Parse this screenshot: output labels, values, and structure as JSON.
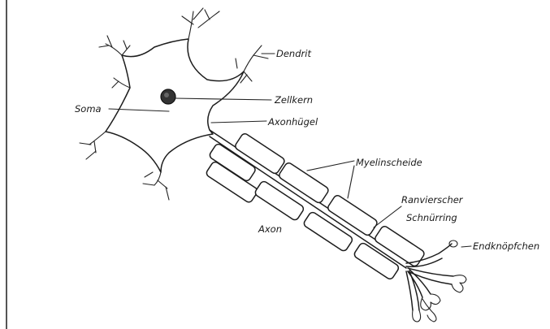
{
  "diagram": {
    "colors": {
      "ink": "#1d1d1d",
      "background": "#ffffff",
      "nucleus": "#333333"
    },
    "labels": {
      "dendrit": "Dendrit",
      "zellkern": "Zellkern",
      "soma": "Soma",
      "axonhuegel": "Axonhügel",
      "myelinscheide": "Myelinscheide",
      "ranvier_line1": "Ranvierscher",
      "ranvier_line2": "Schnürring",
      "axon": "Axon",
      "endknoepfchen": "Endknöpfchen"
    }
  }
}
